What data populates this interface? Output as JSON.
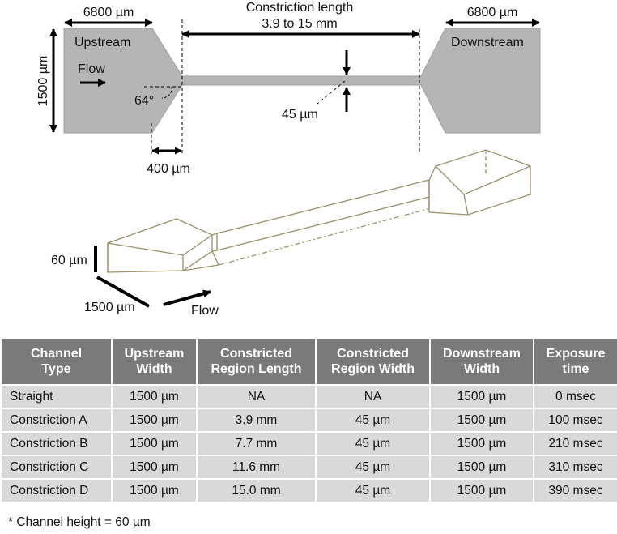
{
  "diagram_2d": {
    "upstream_label": "Upstream",
    "downstream_label": "Downstream",
    "flow_label": "Flow",
    "upstream_length": "6800 µm",
    "downstream_length": "6800 µm",
    "channel_width": "1500 µm",
    "angle": "64°",
    "taper_length": "400 µm",
    "constriction_length_title": "Constriction length",
    "constriction_length_range": "3.9 to 15 mm",
    "constriction_width": "45 µm"
  },
  "diagram_3d": {
    "height_label": "60 µm",
    "width_label": "1500 µm",
    "flow_label": "Flow"
  },
  "colors": {
    "channel_fill": "#b5b5b5",
    "outline_3d": "#9a8f66",
    "header_bg": "#7a7a7a",
    "cell_bg": "#d9d9d9"
  },
  "table": {
    "headers": [
      [
        "Channel",
        "Type"
      ],
      [
        "Upstream",
        "Width"
      ],
      [
        "Constricted",
        "Region Length"
      ],
      [
        "Constricted",
        "Region Width"
      ],
      [
        "Downstream",
        "Width"
      ],
      [
        "Exposure",
        "time"
      ]
    ],
    "rows": [
      [
        "Straight",
        "1500 µm",
        "NA",
        "NA",
        "1500 µm",
        "0 msec"
      ],
      [
        "Constriction A",
        "1500 µm",
        "3.9 mm",
        "45 µm",
        "1500 µm",
        "100 msec"
      ],
      [
        "Constriction B",
        "1500 µm",
        "7.7 mm",
        "45 µm",
        "1500 µm",
        "210 msec"
      ],
      [
        "Constriction C",
        "1500 µm",
        "11.6 mm",
        "45 µm",
        "1500 µm",
        "310 msec"
      ],
      [
        "Constriction D",
        "1500 µm",
        "15.0 mm",
        "45 µm",
        "1500 µm",
        "390 msec"
      ]
    ]
  },
  "footnote": "* Channel height = 60 µm"
}
